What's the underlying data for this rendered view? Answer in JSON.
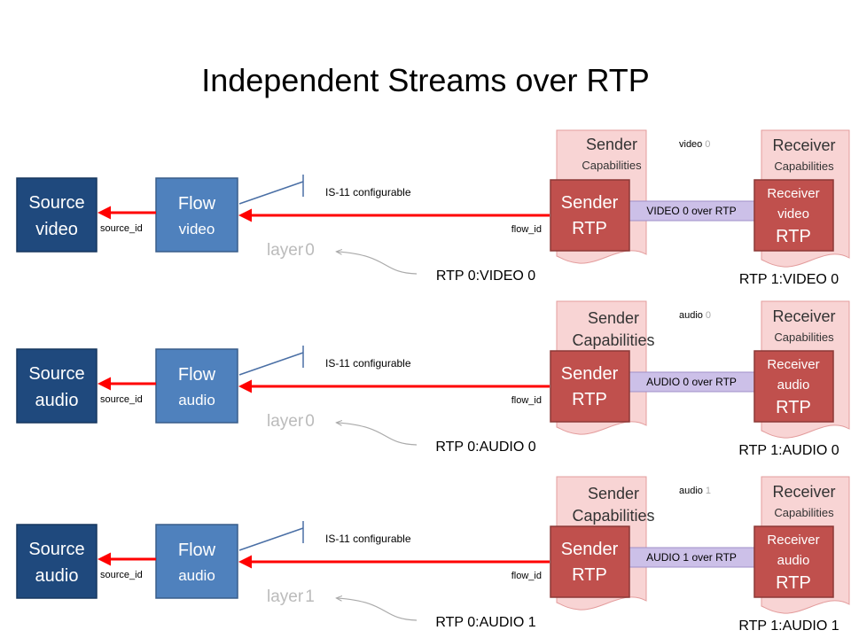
{
  "title": "Independent Streams over RTP",
  "colors": {
    "source_box": "#1f497d",
    "flow_box": "#4f81bd",
    "rtp_box": "#c0504d",
    "capabilities_doc": "#f8d4d4",
    "arrow": "#ff0000",
    "link_bar": "#ccc0e8"
  },
  "rows": [
    {
      "source": {
        "line1": "Source",
        "line2": "video"
      },
      "flow": {
        "line1": "Flow",
        "line2": "video"
      },
      "source_id_label": "source_id",
      "flow_id_label": "flow_id",
      "is11_label": "IS-11 configurable",
      "layer": {
        "word": "layer",
        "num": "0"
      },
      "sender_caps": {
        "line1": "Sender",
        "line2": "Capabilities"
      },
      "stream_tag": {
        "name": "video",
        "num": "0"
      },
      "sender_rtp": {
        "line1": "Sender",
        "line2": "RTP"
      },
      "link_label": "VIDEO 0 over RTP",
      "receiver_caps": {
        "line1": "Receiver",
        "line2": "Capabilities"
      },
      "receiver_rtp": {
        "line1": "Receiver",
        "line2": "video",
        "line3": "RTP"
      },
      "sender_rtp_label": "RTP 0:VIDEO 0",
      "receiver_rtp_label": "RTP 1:VIDEO 0"
    },
    {
      "source": {
        "line1": "Source",
        "line2": "audio"
      },
      "flow": {
        "line1": "Flow",
        "line2": "audio"
      },
      "source_id_label": "source_id",
      "flow_id_label": "flow_id",
      "is11_label": "IS-11 configurable",
      "layer": {
        "word": "layer",
        "num": "0"
      },
      "sender_caps": {
        "line1": "Sender",
        "line2": "Capabilities"
      },
      "stream_tag": {
        "name": "audio",
        "num": "0"
      },
      "sender_rtp": {
        "line1": "Sender",
        "line2": "RTP"
      },
      "link_label": "AUDIO 0 over RTP",
      "receiver_caps": {
        "line1": "Receiver",
        "line2": "Capabilities"
      },
      "receiver_rtp": {
        "line1": "Receiver",
        "line2": "audio",
        "line3": "RTP"
      },
      "sender_rtp_label": "RTP 0:AUDIO 0",
      "receiver_rtp_label": "RTP 1:AUDIO 0"
    },
    {
      "source": {
        "line1": "Source",
        "line2": "audio"
      },
      "flow": {
        "line1": "Flow",
        "line2": "audio"
      },
      "source_id_label": "source_id",
      "flow_id_label": "flow_id",
      "is11_label": "IS-11 configurable",
      "layer": {
        "word": "layer",
        "num": "1"
      },
      "sender_caps": {
        "line1": "Sender",
        "line2": "Capabilities"
      },
      "stream_tag": {
        "name": "audio",
        "num": "1"
      },
      "sender_rtp": {
        "line1": "Sender",
        "line2": "RTP"
      },
      "link_label": "AUDIO 1 over RTP",
      "receiver_caps": {
        "line1": "Receiver",
        "line2": "Capabilities"
      },
      "receiver_rtp": {
        "line1": "Receiver",
        "line2": "audio",
        "line3": "RTP"
      },
      "sender_rtp_label": "RTP 0:AUDIO 1",
      "receiver_rtp_label": "RTP 1:AUDIO 1"
    }
  ]
}
